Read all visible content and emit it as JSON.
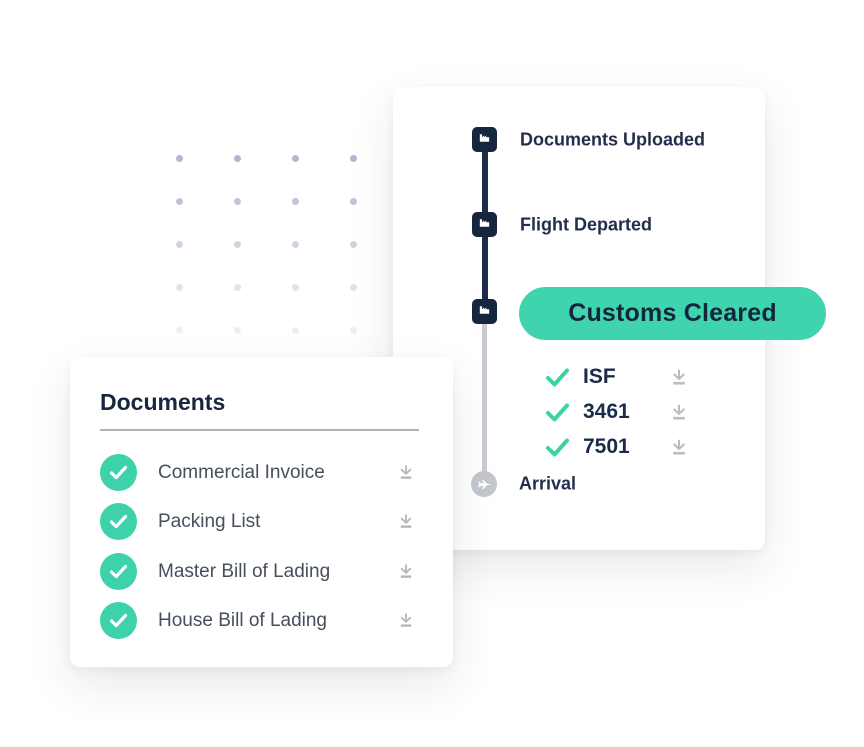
{
  "colors": {
    "accent_teal": "#3fd4ad",
    "navy": "#1b2b49",
    "icon_gray": "#b6bac1",
    "line_gray": "#c9cbd1",
    "dot_blue_gray": "#a9b6ce"
  },
  "icons": {
    "step": "factory-icon",
    "arrival": "plane-icon",
    "done": "check-icon",
    "download": "download-icon"
  },
  "timeline_card": {
    "steps": [
      {
        "label": "Documents Uploaded",
        "state": "done"
      },
      {
        "label": "Flight Departed",
        "state": "done"
      },
      {
        "label": "Customs Cleared",
        "state": "highlighted",
        "documents": [
          {
            "label": "ISF"
          },
          {
            "label": "3461"
          },
          {
            "label": "7501"
          }
        ]
      },
      {
        "label": "Arrival",
        "state": "upcoming"
      }
    ]
  },
  "documents_card": {
    "title": "Documents",
    "items": [
      {
        "label": "Commercial Invoice"
      },
      {
        "label": "Packing List"
      },
      {
        "label": "Master Bill of Lading"
      },
      {
        "label": "House Bill of Lading"
      }
    ]
  }
}
